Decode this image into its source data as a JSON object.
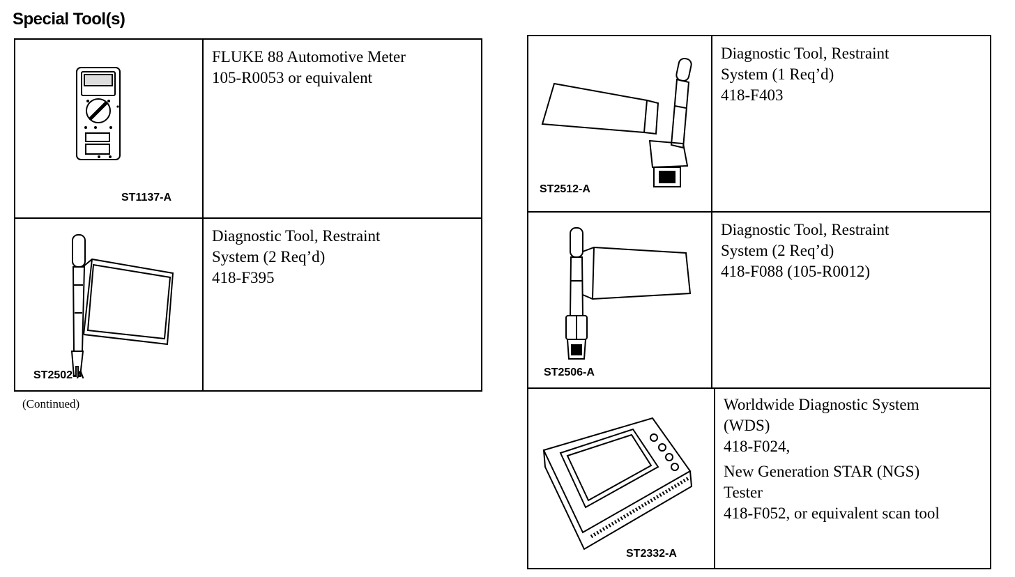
{
  "heading": "Special Tool(s)",
  "continued": "(Continued)",
  "left_table": [
    {
      "code": "ST1137-A",
      "icon": "multimeter-icon",
      "lines": [
        "FLUKE 88 Automotive Meter",
        "105-R0053 or equivalent"
      ]
    },
    {
      "code": "ST2502-A",
      "icon": "restraint-diagnostic-tool-icon",
      "lines": [
        "Diagnostic Tool, Restraint",
        "System (2 Req’d)",
        "418-F395"
      ]
    }
  ],
  "right_table": [
    {
      "code": "ST2512-A",
      "icon": "restraint-diagnostic-tool-icon",
      "lines": [
        "Diagnostic Tool, Restraint",
        "System (1 Req’d)",
        "418-F403"
      ]
    },
    {
      "code": "ST2506-A",
      "icon": "restraint-diagnostic-tool-icon",
      "lines": [
        "Diagnostic Tool, Restraint",
        "System (2 Req’d)",
        "418-F088 (105-R0012)"
      ]
    },
    {
      "code": "ST2332-A",
      "icon": "scan-tool-tester-icon",
      "lines": [
        "Worldwide Diagnostic System",
        "(WDS)",
        "418-F024,",
        "New Generation STAR (NGS)",
        "Tester",
        "418-F052, or equivalent scan tool"
      ]
    }
  ]
}
